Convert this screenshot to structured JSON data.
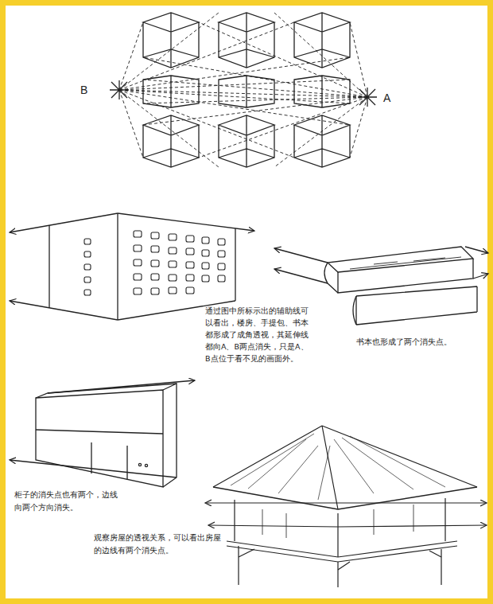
{
  "diagram": {
    "labels": [
      "B",
      "A",
      "通过图中所标示出的辅助线可以看出，楼房、手提包、书本都形成了成角透视，其延伸线都向A、B两点消失，只是A、B点位于看不见的画面外。",
      "书本也形成了两个消失点。",
      "柜子的消失点也有两个，边线向两个方向消失。",
      "观察房屋的透视关系，可以看出房屋的边线有两个消失点。"
    ]
  }
}
